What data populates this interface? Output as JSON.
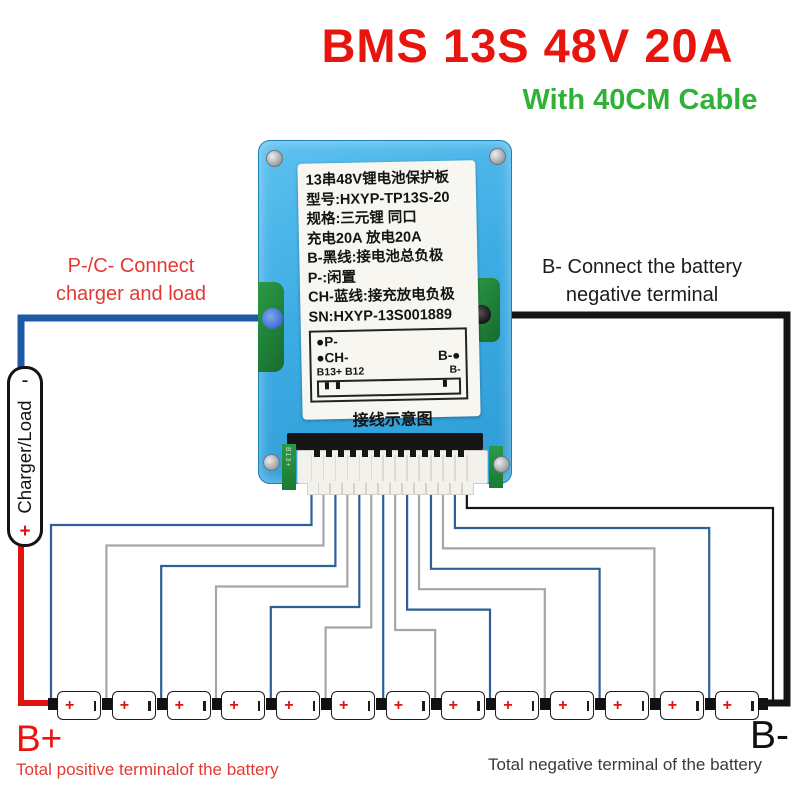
{
  "title": {
    "main": "BMS 13S 48V 20A",
    "subtitle": "With 40CM Cable"
  },
  "annotations": {
    "left": [
      "P-/C- Connect",
      "charger and load"
    ],
    "right": [
      "B- Connect the battery",
      "negative terminal"
    ]
  },
  "board": {
    "label_lines": [
      "13串48V锂电池保护板",
      "型号:HXYP-TP13S-20",
      "规格:三元锂 同口",
      "充电20A   放电20A",
      "B-黑线:接电池总负极",
      "P-:闲置",
      "CH-蓝线:接充放电负极",
      "SN:HXYP-13S001889"
    ],
    "pinbox": {
      "p": "●P-",
      "ch": "●CH-",
      "b_right": "B-●",
      "b13": "B13+ B12",
      "b_small": "B-"
    },
    "diagram_caption": "接线示意图",
    "pcb_marking": "B13+"
  },
  "charger_load": {
    "label": "Charger/Load",
    "plus": "+",
    "minus": "-"
  },
  "battery": {
    "count": 13,
    "plus": "+"
  },
  "wires": {
    "colors": [
      "blue",
      "gray",
      "blue",
      "gray",
      "blue",
      "gray",
      "blue",
      "gray",
      "blue",
      "gray",
      "blue",
      "gray",
      "blue",
      "black"
    ]
  },
  "terminals": {
    "b_plus": {
      "label": "B+",
      "caption": "Total positive terminalof the battery"
    },
    "b_minus": {
      "label": "B-",
      "caption": "Total negative terminal of the battery"
    }
  },
  "colors": {
    "title_red": "#e8150e",
    "subtitle_green": "#30b237",
    "annotation_red": "#e23a32",
    "text_dark": "#1c1c1c",
    "text_gray": "#3a3a3a",
    "wire_blue": "#2e5f98",
    "wire_gray": "#a6a6a6",
    "wire_black": "#141414",
    "wire_red": "#e01310",
    "thick_blue": "#1d5aa6",
    "board_blue": "#3dace4",
    "pcb_green": "#1f8035",
    "label_bg": "#f7f6f1"
  }
}
